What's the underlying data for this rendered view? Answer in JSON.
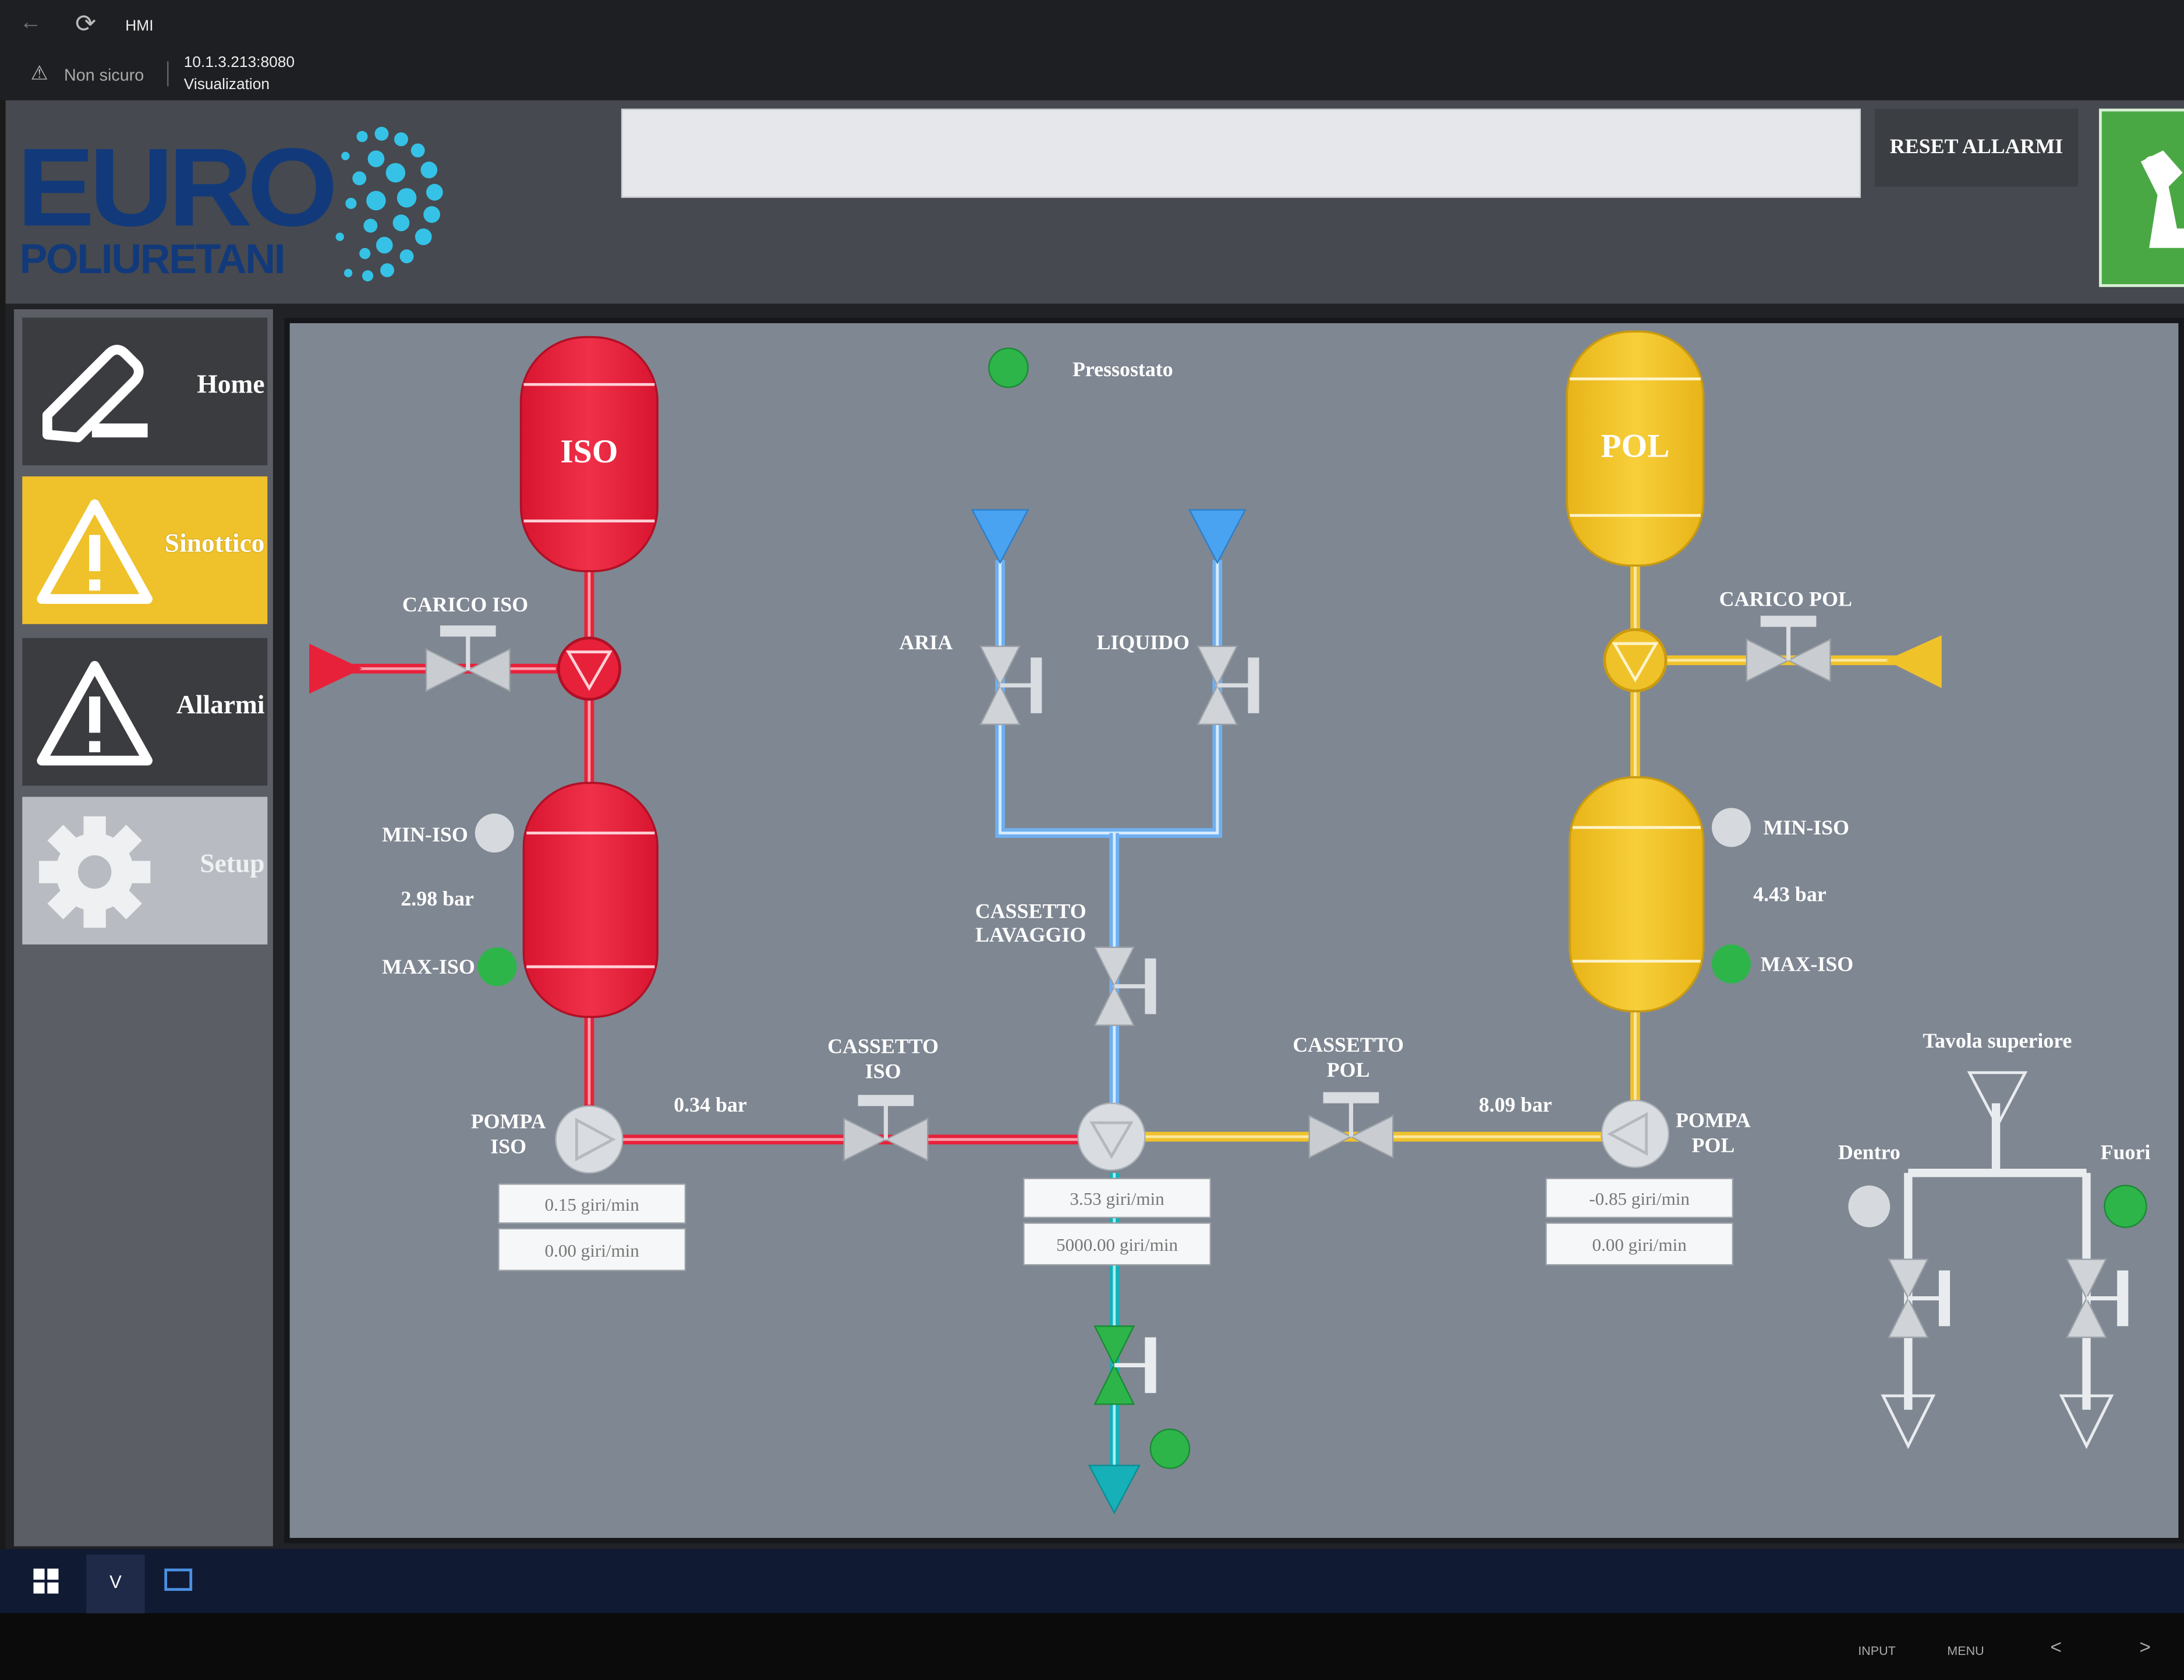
{
  "browser": {
    "tab_title": "HMI",
    "security_label": "Non sicuro",
    "url": "10.1.3.213:8080",
    "page_name": "Visualization"
  },
  "header": {
    "logo_top": "EURO",
    "logo_bottom": "POLIURETANI",
    "alarm_message": "",
    "reset_label": "RESET ALLARMI"
  },
  "sidebar": {
    "items": [
      {
        "label": "Home",
        "icon": "pencil-icon"
      },
      {
        "label": "Sinottico",
        "icon": "warning-icon",
        "active": true
      },
      {
        "label": "Allarmi",
        "icon": "warning-icon"
      },
      {
        "label": "Setup",
        "icon": "gear-icon"
      }
    ]
  },
  "synoptic": {
    "pressostato": "Pressostato",
    "iso": {
      "tank_label": "ISO",
      "carico_label": "CARICO ISO",
      "min_label": "MIN-ISO",
      "max_label": "MAX-ISO",
      "pressure": "2.98 bar",
      "pump_label_1": "POMPA",
      "pump_label_2": "ISO",
      "line_pressure": "0.34 bar",
      "speed_1": "0.15 giri/min",
      "speed_2": "0.00 giri/min",
      "cassetto_1": "CASSETTO",
      "cassetto_2": "ISO"
    },
    "pol": {
      "tank_label": "POL",
      "carico_label": "CARICO POL",
      "min_label": "MIN-ISO",
      "max_label": "MAX-ISO",
      "pressure": "4.43 bar",
      "pump_label_1": "POMPA",
      "pump_label_2": "POL",
      "line_pressure": "8.09 bar",
      "speed_1": "-0.85 giri/min",
      "speed_2": "0.00 giri/min",
      "cassetto_1": "CASSETTO",
      "cassetto_2": "POL"
    },
    "center": {
      "aria": "ARIA",
      "liquido": "LIQUIDO",
      "lavaggio_1": "CASSETTO",
      "lavaggio_2": "LAVAGGIO",
      "speed_1": "3.53 giri/min",
      "speed_2": "5000.00 giri/min"
    },
    "table": {
      "title": "Tavola superiore",
      "dentro": "Dentro",
      "fuori": "Fuori"
    }
  },
  "taskbar": {
    "app_label": "V"
  },
  "bezel": {
    "input": "INPUT",
    "menu": "MENU"
  },
  "colors": {
    "iso_red": "#e8213a",
    "pol_yellow": "#f0c22a",
    "blue_line": "#6fb0f0",
    "green_indicator": "#2db54a",
    "grey_indicator": "#d6d9dd",
    "active_nav": "#efc12a",
    "reset_button": "#3b3e43",
    "robot_button": "#4aa844"
  }
}
